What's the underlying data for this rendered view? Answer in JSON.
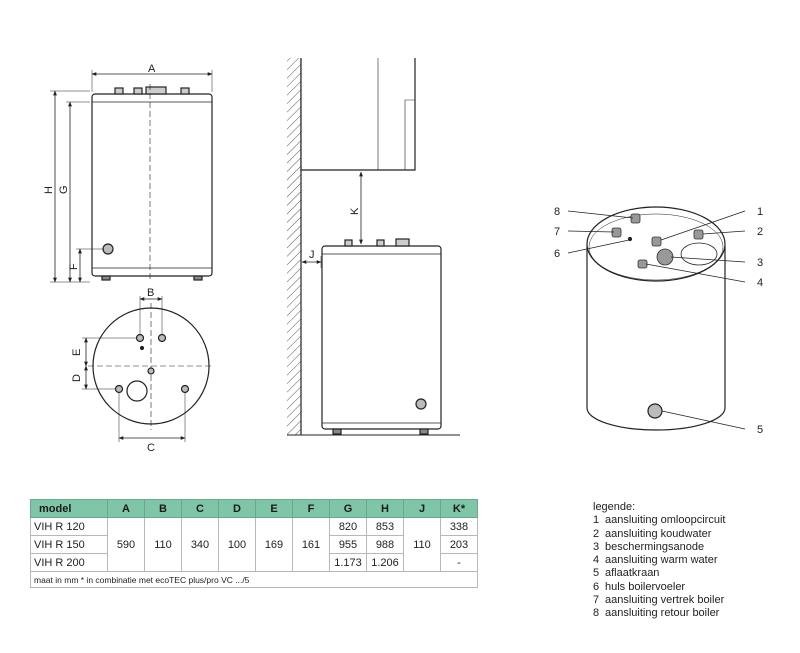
{
  "dimension_labels": {
    "A": "A",
    "B": "B",
    "C": "C",
    "D": "D",
    "E": "E",
    "F": "F",
    "G": "G",
    "H": "H",
    "J": "J",
    "K": "K"
  },
  "callouts": [
    "1",
    "2",
    "3",
    "4",
    "5",
    "6",
    "7",
    "8"
  ],
  "table": {
    "headers": [
      "model",
      "A",
      "B",
      "C",
      "D",
      "E",
      "F",
      "G",
      "H",
      "J",
      "K*"
    ],
    "rows": [
      {
        "model": "VIH R 120",
        "A": "590",
        "B": "110",
        "C": "340",
        "D": "100",
        "E": "169",
        "F": "161",
        "G": "820",
        "H": "853",
        "J": "110",
        "K": "338"
      },
      {
        "model": "VIH R 150",
        "G": "955",
        "H": "988",
        "K": "203"
      },
      {
        "model": "VIH R 200",
        "G": "1.173",
        "H": "1.206",
        "K": "-"
      }
    ],
    "footnote": "maat in mm   * in combinatie met ecoTEC plus/pro VC .../5"
  },
  "legend": {
    "title": "legende:",
    "items": [
      {
        "num": "1",
        "text": "aansluiting omloopcircuit"
      },
      {
        "num": "2",
        "text": "aansluiting koudwater"
      },
      {
        "num": "3",
        "text": "beschermingsanode"
      },
      {
        "num": "4",
        "text": "aansluiting warm water"
      },
      {
        "num": "5",
        "text": "aflaatkraan"
      },
      {
        "num": "6",
        "text": "huls boilervoeler"
      },
      {
        "num": "7",
        "text": "aansluiting vertrek boiler"
      },
      {
        "num": "8",
        "text": "aansluiting retour boiler"
      }
    ]
  },
  "colors": {
    "header_bg": "#7fc6a8",
    "line": "#222222"
  }
}
